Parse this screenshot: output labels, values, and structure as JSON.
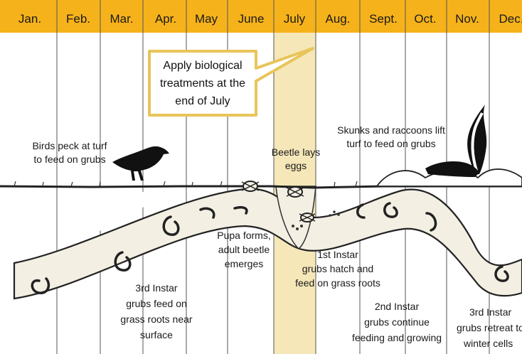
{
  "months": [
    "Jan.",
    "Feb.",
    "Mar.",
    "Apr.",
    "May",
    "June",
    "July",
    "Aug.",
    "Sept.",
    "Oct.",
    "Nov.",
    "Dec."
  ],
  "colors": {
    "header_bg": "#f6b21a",
    "july_highlight": "#f5e7b8",
    "callout_border": "#e8c55a",
    "soil_line": "#222222",
    "tunnel_fill": "#f3efe3"
  },
  "callout": {
    "lines": [
      "Apply biological",
      "treatments at the",
      "end of July"
    ]
  },
  "annotations": {
    "birds": [
      "Birds peck at turf",
      "to feed on grubs"
    ],
    "beetle": [
      "Beetle lays",
      "eggs"
    ],
    "skunks": [
      "Skunks and raccoons lift",
      "turf to feed on grubs"
    ],
    "pupa": [
      "Pupa forms,",
      "adult beetle",
      "emerges"
    ],
    "first_instar": [
      "1st Instar",
      "grubs hatch and",
      "feed on grass roots"
    ],
    "third_instar_spring": [
      "3rd Instar",
      "grubs feed on",
      "grass roots near",
      "surface"
    ],
    "second_instar": [
      "2nd Instar",
      "grubs continue",
      "feeding and growing"
    ],
    "third_instar_fall": [
      "3rd Instar",
      "grubs retreat to",
      "winter cells"
    ]
  },
  "icons": {
    "bird": "crow-icon",
    "skunk": "skunk-icon",
    "grub": "grub-icon",
    "beetle": "beetle-icon"
  }
}
